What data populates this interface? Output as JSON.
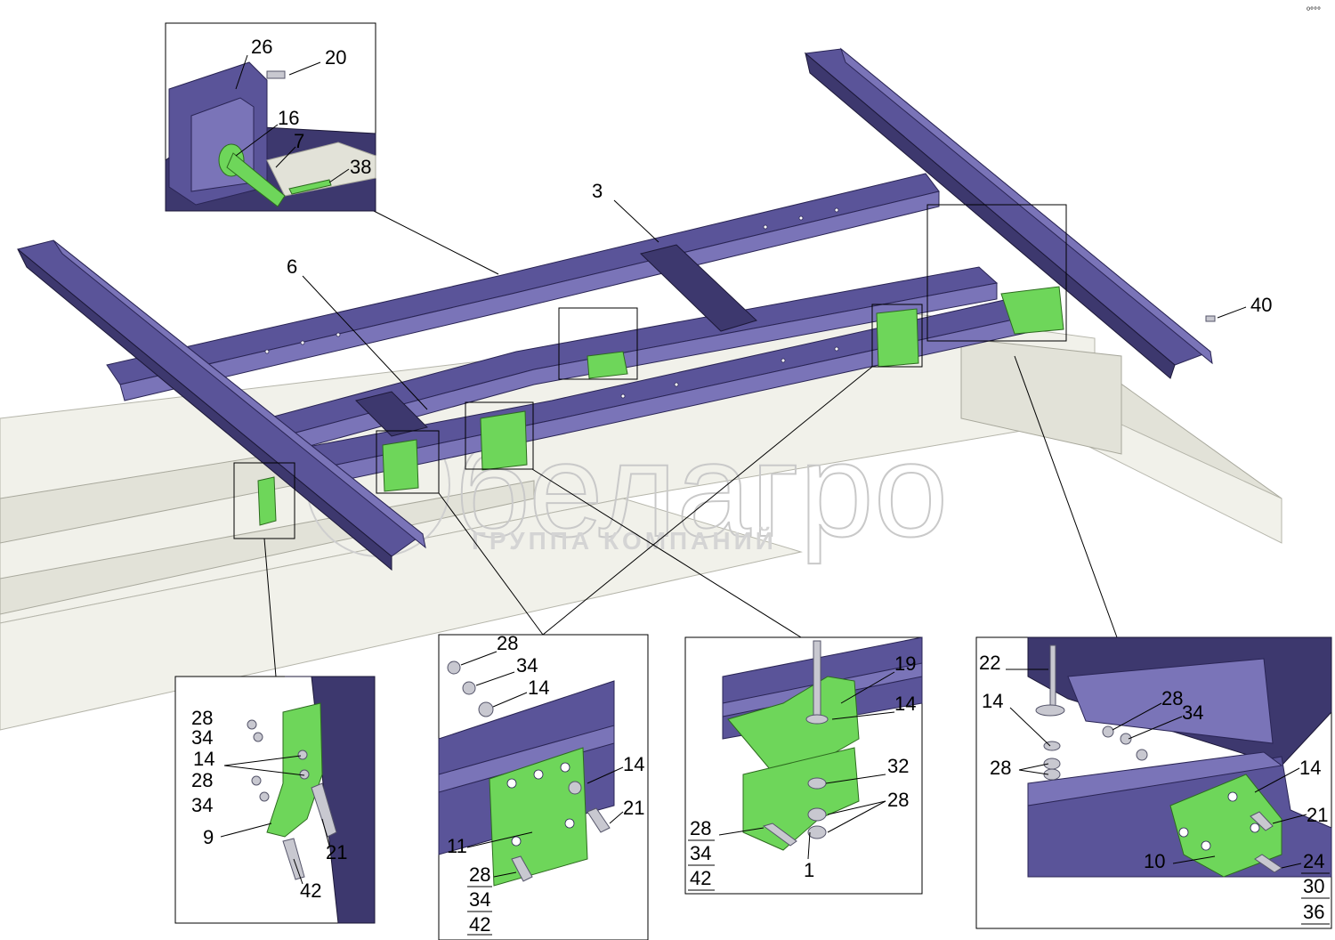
{
  "watermark": {
    "brand": "белагро",
    "subtitle": "ГРУППА КОМПАНИЙ"
  },
  "corner_mark": "⁰°°°",
  "labels": {
    "main": {
      "l3": "3",
      "l6": "6",
      "l40": "40"
    },
    "inset_top": {
      "l26": "26",
      "l20": "20",
      "l16": "16",
      "l7": "7",
      "l38": "38"
    },
    "inset_left": {
      "l28a": "28",
      "l34a": "34",
      "l14": "14",
      "l28b": "28",
      "l34b": "34",
      "l9": "9",
      "l21": "21",
      "l42": "42"
    },
    "inset_mid": {
      "l28": "28",
      "l34": "34",
      "l14a": "14",
      "l14b": "14",
      "l21": "21",
      "l11": "11",
      "l28s": "28",
      "l34s": "34",
      "l42s": "42"
    },
    "inset_center": {
      "l19": "19",
      "l14": "14",
      "l32": "32",
      "l28r": "28",
      "l28s": "28",
      "l34s": "34",
      "l42s": "42",
      "l1": "1"
    },
    "inset_right": {
      "l22": "22",
      "l14": "14",
      "l28": "28",
      "l34": "34",
      "l28b": "28",
      "l14b": "14",
      "l21": "21",
      "l10": "10",
      "l24": "24",
      "l30": "30",
      "l36": "36"
    }
  },
  "colors": {
    "frame_purple": "#5a5499",
    "bracket_green": "#6ed65a",
    "chassis_grey": "#f1f1ea",
    "watermark_grey": "#c9c9c9"
  }
}
